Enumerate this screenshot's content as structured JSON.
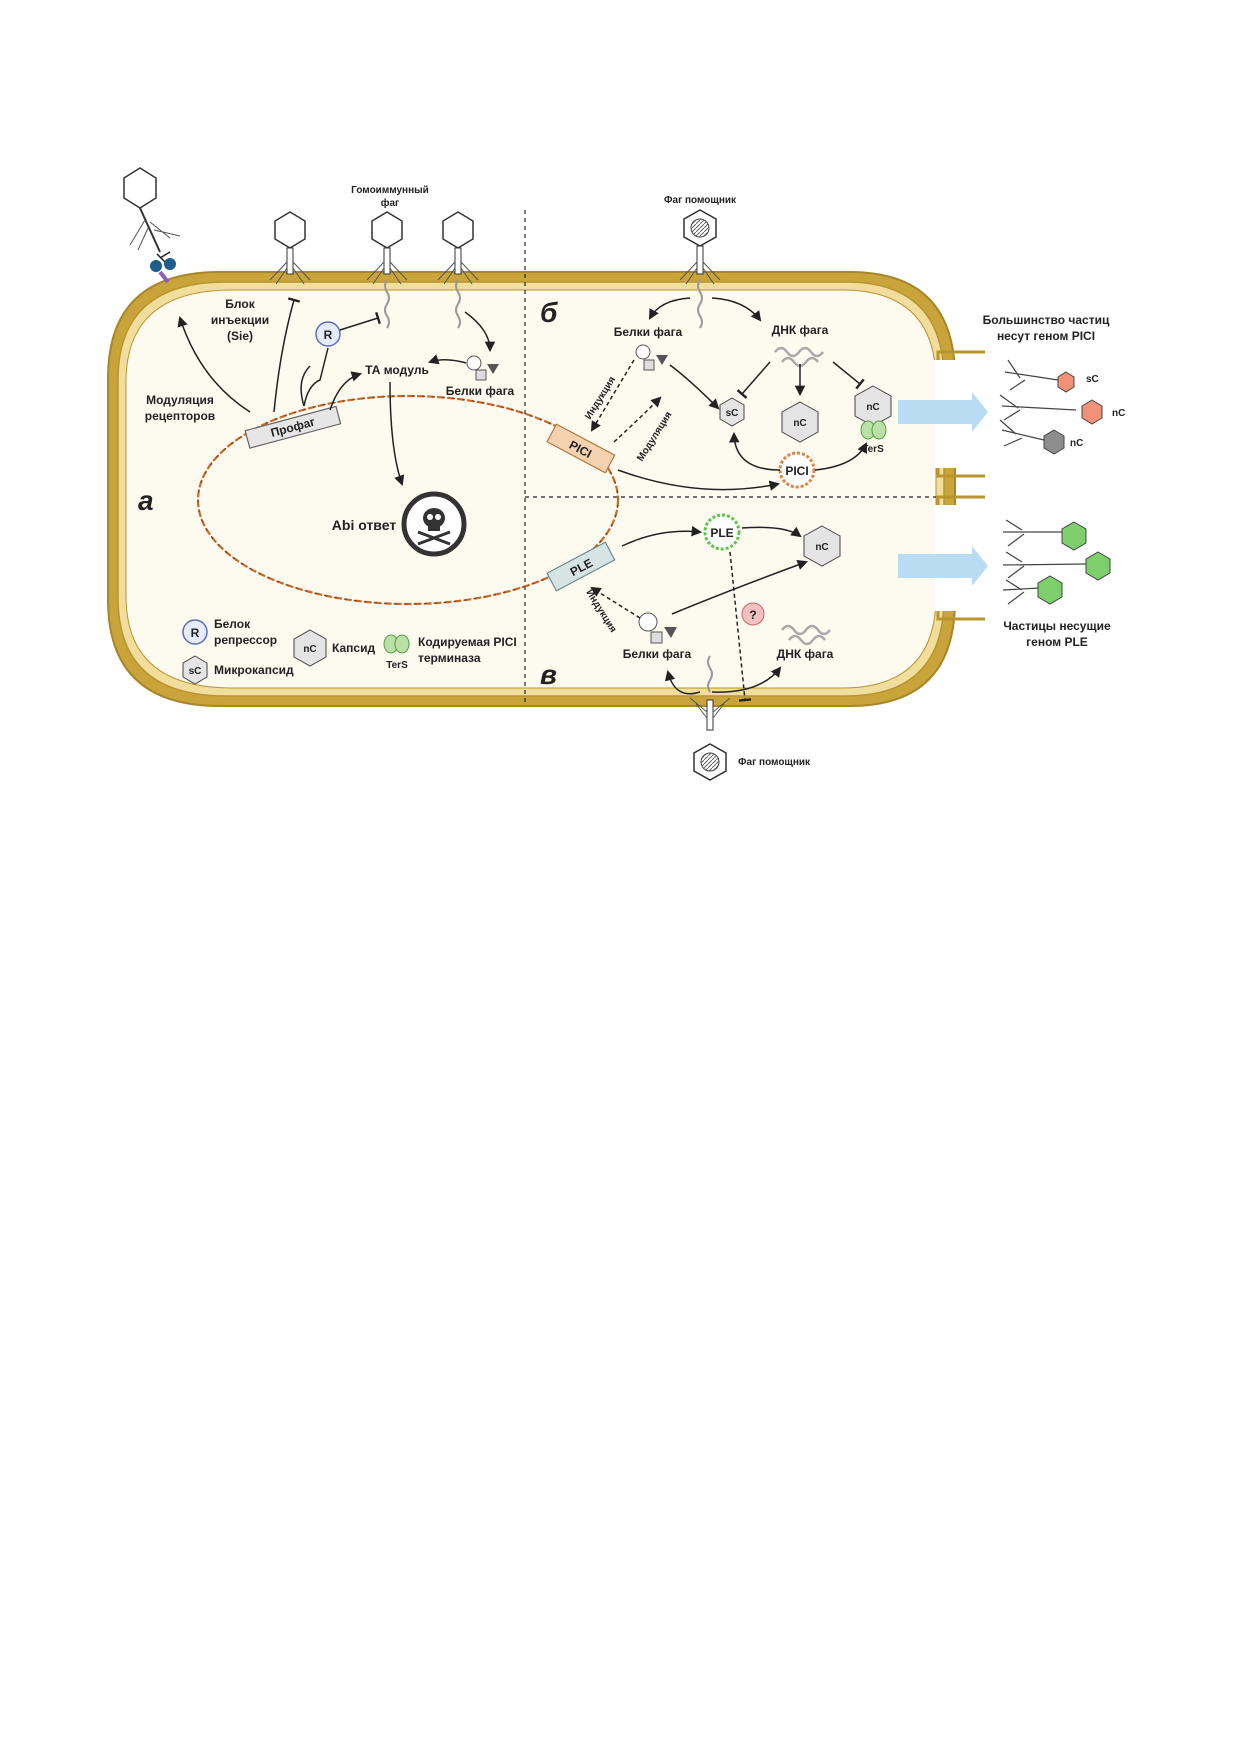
{
  "panels": {
    "a": "а",
    "b": "б",
    "v": "в"
  },
  "labels": {
    "homoimmune_phage_1": "Гомоиммунный",
    "homoimmune_phage_2": "фаг",
    "helper_phage_top": "Фаг помощник",
    "helper_phage_bottom": "Фаг помощник",
    "block_injection_1": "Блок",
    "block_injection_2": "инъекции",
    "block_injection_3": "(Sie)",
    "receptor_mod_1": "Модуляция",
    "receptor_mod_2": "рецепторов",
    "prophage": "Профаг",
    "ta_module": "ТА модуль",
    "phage_proteins_a": "Белки фага",
    "abi_response": "Abi ответ",
    "repressor_letter": "R",
    "pici_box": "PICI",
    "ple_box": "PLE",
    "phage_proteins_b": "Белки фага",
    "phage_dna_b": "ДНК фага",
    "induction_b": "Индукция",
    "modulation_b": "Модуляция",
    "sc": "sC",
    "nc": "nC",
    "ters": "TerS",
    "pici_circle": "PICI",
    "majority_1": "Большинство частиц",
    "majority_2": "несут геном PICI",
    "ple_circle": "PLE",
    "question": "?",
    "induction_v": "Индукция",
    "phage_proteins_v": "Белки фага",
    "phage_dna_v": "ДНК фага",
    "ple_particles_1": "Частицы  несущие",
    "ple_particles_2": "геном PLE",
    "out_sc": "sC",
    "out_nc1": "nC",
    "out_nc2": "nC"
  },
  "legend": {
    "repressor_1": "Белок",
    "repressor_2": "репрессор",
    "capsid": "Капсид",
    "microcapsid": "Микрокапсид",
    "terminase_1": "Кодируемая PICI",
    "terminase_2": "терминаза",
    "r": "R",
    "nc": "nC",
    "sc": "sC",
    "ters": "TerS"
  },
  "colors": {
    "membrane": "#c9a43a",
    "cytoplasm": "#fdfaf0",
    "dna_helix": "#c8692a",
    "pici_fill": "#f4d2b0",
    "ple_fill": "#d6e4e4",
    "arrow_blue": "#b8dcf2",
    "pici_particle": "#f2917a",
    "ple_particle": "#7ccf6a",
    "ters_green": "#b9e0a6",
    "repressor_fill": "#e6ecfb"
  }
}
